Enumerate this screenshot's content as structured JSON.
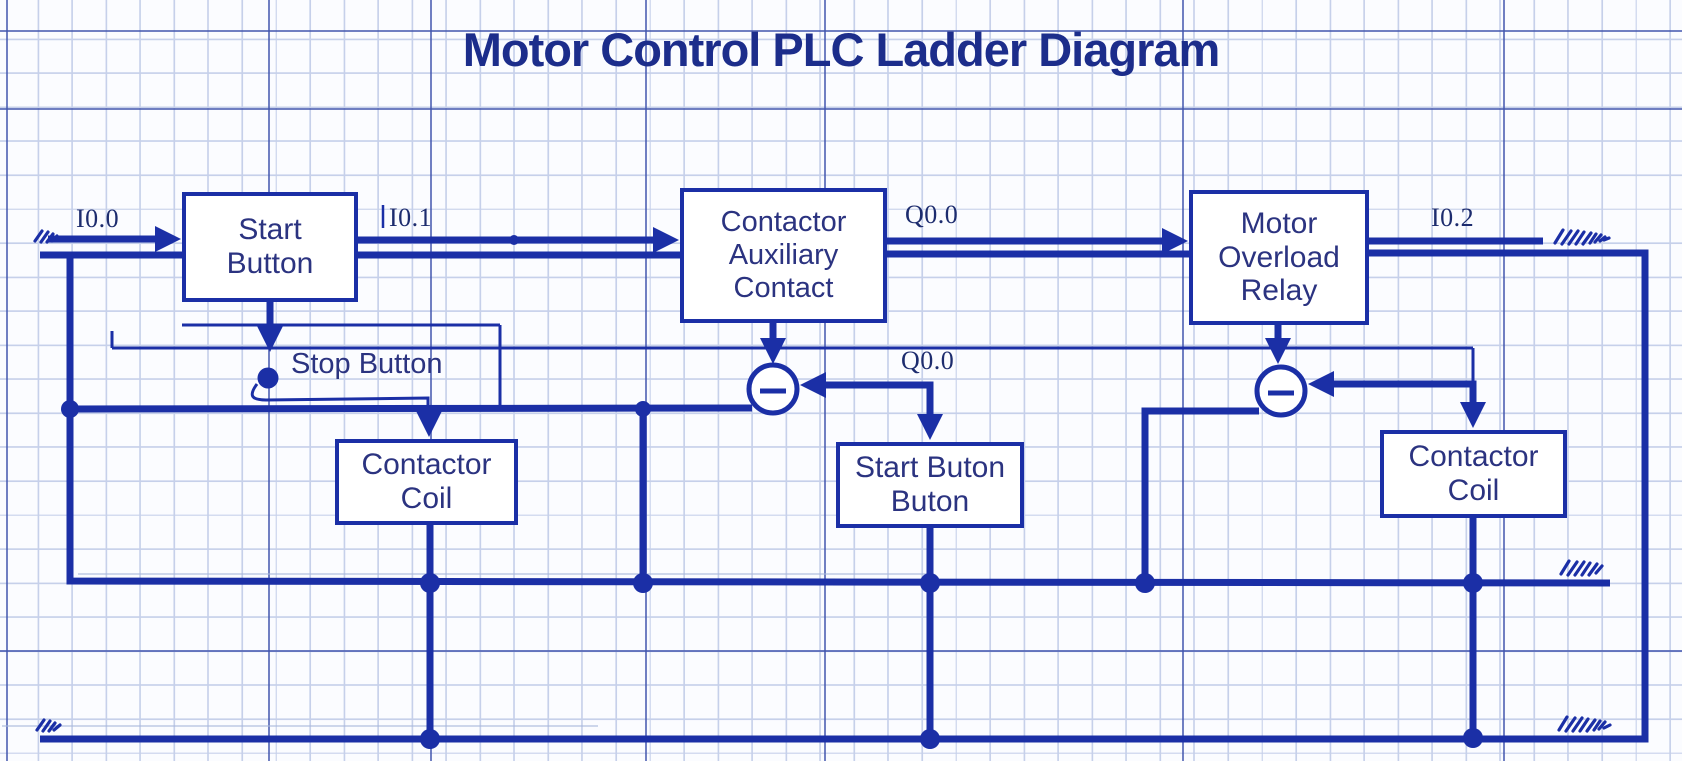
{
  "title": "Motor Control PLC Ladder Diagram",
  "colors": {
    "ink": "#1b2fa6",
    "box-text": "#2b3380",
    "label-text": "#1d2c6e",
    "title": "#1c2d8b",
    "grid-minor": "#c6d0ea",
    "grid-major": "#4156ae",
    "faint": "#a8b6da",
    "bg": "#fbfcff"
  },
  "diagram": {
    "boxes": {
      "start_button": {
        "lines": [
          "Start",
          "Button"
        ]
      },
      "contactor_aux": {
        "lines": [
          "Contactor",
          "Auxiliary",
          "Contact"
        ]
      },
      "motor_overload": {
        "lines": [
          "Motor",
          "Overload",
          "Relay"
        ]
      },
      "contactor_coil_left": {
        "lines": [
          "Contactor",
          "Coil"
        ]
      },
      "start_buton": {
        "lines": [
          "Start Buton",
          "Buton"
        ]
      },
      "contactor_coil_right": {
        "lines": [
          "Contactor",
          "Coil"
        ]
      }
    },
    "labels": {
      "i00": "I0.0",
      "i01": "I0.1",
      "q00_top": "Q0.0",
      "i02": "I0.2",
      "q00_mid": "Q0.0",
      "stop_button": "Stop Button"
    }
  }
}
